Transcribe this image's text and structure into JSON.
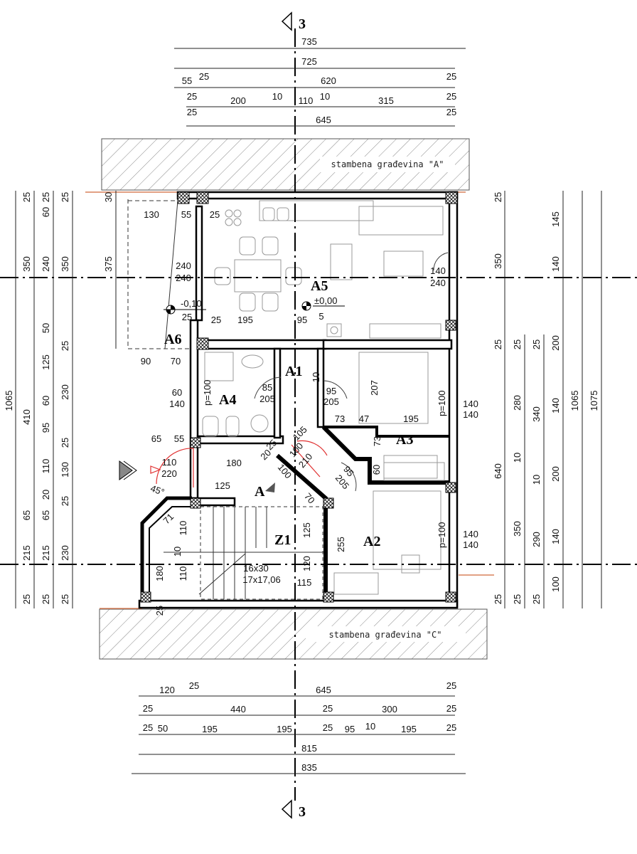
{
  "section_markers": {
    "top": "3",
    "bottom": "3"
  },
  "buildings": {
    "a": "stambena građevina \"A\"",
    "c": "stambena građevina \"C\""
  },
  "rooms": {
    "A1": "A1",
    "A2": "A2",
    "A3": "A3",
    "A4": "A4",
    "A5": "A5",
    "A6": "A6",
    "Z1": "Z1",
    "entrance": "A"
  },
  "levels": {
    "main": "±0,00",
    "terrace": "-0,10"
  },
  "windows": {
    "p1": "p=100",
    "p2": "p=100",
    "p3": "p=100",
    "p4": "p=100"
  },
  "colors": {
    "walls": "#000000",
    "property_line": "#d9825b",
    "door_swing": "#e03030",
    "furniture": "#999999"
  },
  "dims_top": [
    "735",
    "725",
    "55",
    "25",
    "620",
    "25",
    "25",
    "200",
    "10",
    "110",
    "10",
    "315",
    "25",
    "25",
    "645",
    "25"
  ],
  "dims_bottom": [
    "120",
    "25",
    "645",
    "25",
    "25",
    "440",
    "25",
    "300",
    "25",
    "25",
    "50",
    "195",
    "195",
    "25",
    "95",
    "10",
    "195",
    "25",
    "815",
    "835"
  ],
  "dims_left": [
    "1065",
    "25",
    "350",
    "410",
    "65",
    "215",
    "25",
    "25",
    "60",
    "240",
    "50",
    "125",
    "60",
    "95",
    "110",
    "20",
    "65",
    "215",
    "25",
    "25",
    "350",
    "25",
    "230",
    "25",
    "130",
    "25",
    "230",
    "25",
    "30",
    "375"
  ],
  "dims_right": [
    "25",
    "350",
    "25",
    "640",
    "25",
    "25",
    "280",
    "10",
    "350",
    "25",
    "25",
    "340",
    "10",
    "290",
    "25",
    "145",
    "140",
    "200",
    "140",
    "200",
    "140",
    "100",
    "1065",
    "1075"
  ],
  "dims_interior": [
    "130",
    "55",
    "25",
    "240",
    "240",
    "25",
    "25",
    "195",
    "95",
    "5",
    "90",
    "70",
    "60",
    "140",
    "85",
    "205",
    "95",
    "205",
    "207",
    "10",
    "73",
    "47",
    "195",
    "73",
    "105",
    "25",
    "20",
    "100",
    "210",
    "110",
    "220",
    "180",
    "125",
    "100",
    "70",
    "60",
    "95",
    "205",
    "45°",
    "71",
    "110",
    "125",
    "255",
    "10",
    "180",
    "110",
    "120",
    "16x30",
    "17x17,06",
    "115",
    "25",
    "65",
    "55",
    "140",
    "240",
    "140",
    "140",
    "140",
    "140"
  ]
}
